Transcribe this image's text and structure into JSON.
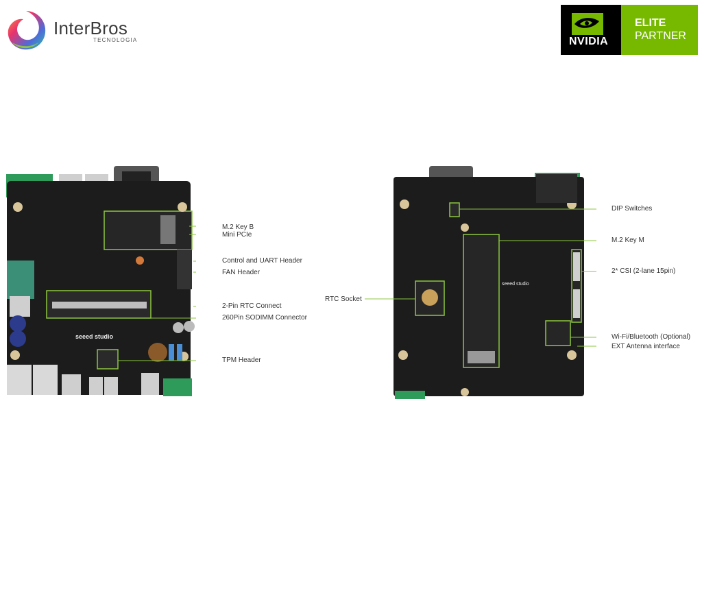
{
  "header": {
    "brand_name": "InterBros",
    "brand_sub": "TECNOLOGIA",
    "partner_word": "NVIDIA",
    "partner_tier": "ELITE",
    "partner_label": "PARTNER"
  },
  "front_board": {
    "silkscreen": "seeed studio",
    "labels": [
      "M.2 Key B",
      "Mini PCIe",
      "Control and UART Header",
      "FAN Header",
      "2-Pin RTC Connect",
      "260Pin SODIMM Connector",
      "TPM Header"
    ]
  },
  "back_board": {
    "silkscreen": "seeed studio",
    "labels": [
      "DIP Switches",
      "M.2 Key M",
      "2* CSI (2-lane 15pin)",
      "RTC Socket",
      "Wi-Fi/Bluetooth (Optional)",
      "EXT Antenna interface"
    ]
  },
  "colors": {
    "pcb": "#1c1c1c",
    "callout_line": "#8dc63f",
    "nvidia_green": "#76b900",
    "connector_green": "#2e9b5a"
  }
}
